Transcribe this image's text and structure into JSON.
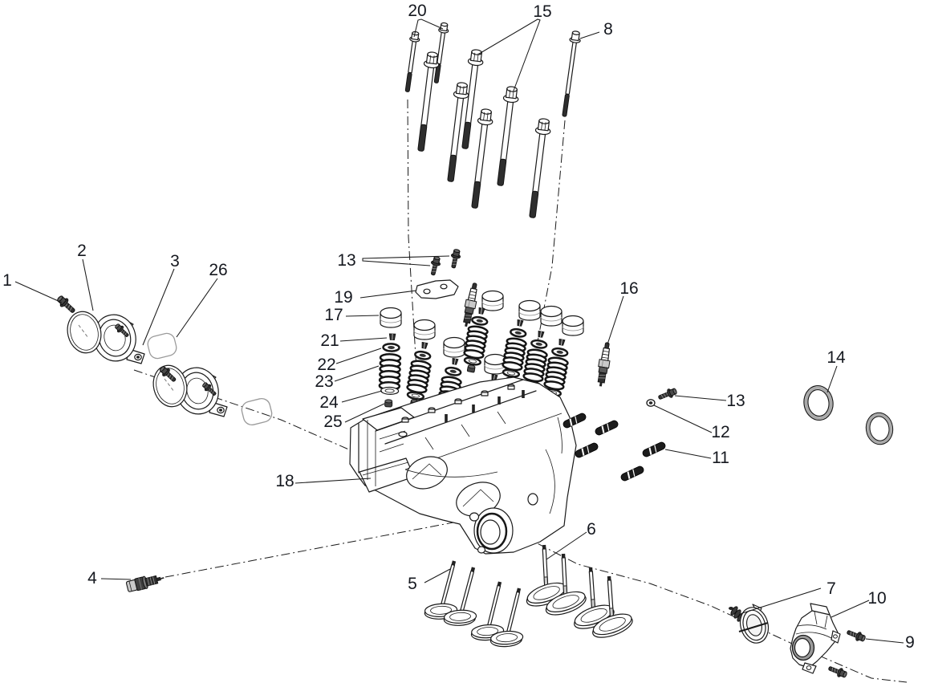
{
  "diagram": {
    "type": "exploded-parts-diagram",
    "subject": "cylinder-head-assembly",
    "colors": {
      "background": "#ffffff",
      "line": "#1a1a1a",
      "label": "#15181f",
      "metal_dark": "#2e2e2e",
      "metal_mid": "#9a9a9a",
      "gasket_line": "#9b9b9b"
    },
    "callouts": [
      {
        "num": "20"
      },
      {
        "num": "15"
      },
      {
        "num": "8"
      },
      {
        "num": "1"
      },
      {
        "num": "2"
      },
      {
        "num": "3"
      },
      {
        "num": "26"
      },
      {
        "num": "13"
      },
      {
        "num": "19"
      },
      {
        "num": "17"
      },
      {
        "num": "21"
      },
      {
        "num": "22"
      },
      {
        "num": "23"
      },
      {
        "num": "24"
      },
      {
        "num": "25"
      },
      {
        "num": "16"
      },
      {
        "num": "14"
      },
      {
        "num": "13"
      },
      {
        "num": "12"
      },
      {
        "num": "11"
      },
      {
        "num": "18"
      },
      {
        "num": "4"
      },
      {
        "num": "5"
      },
      {
        "num": "6"
      },
      {
        "num": "7"
      },
      {
        "num": "10"
      },
      {
        "num": "9"
      }
    ]
  }
}
